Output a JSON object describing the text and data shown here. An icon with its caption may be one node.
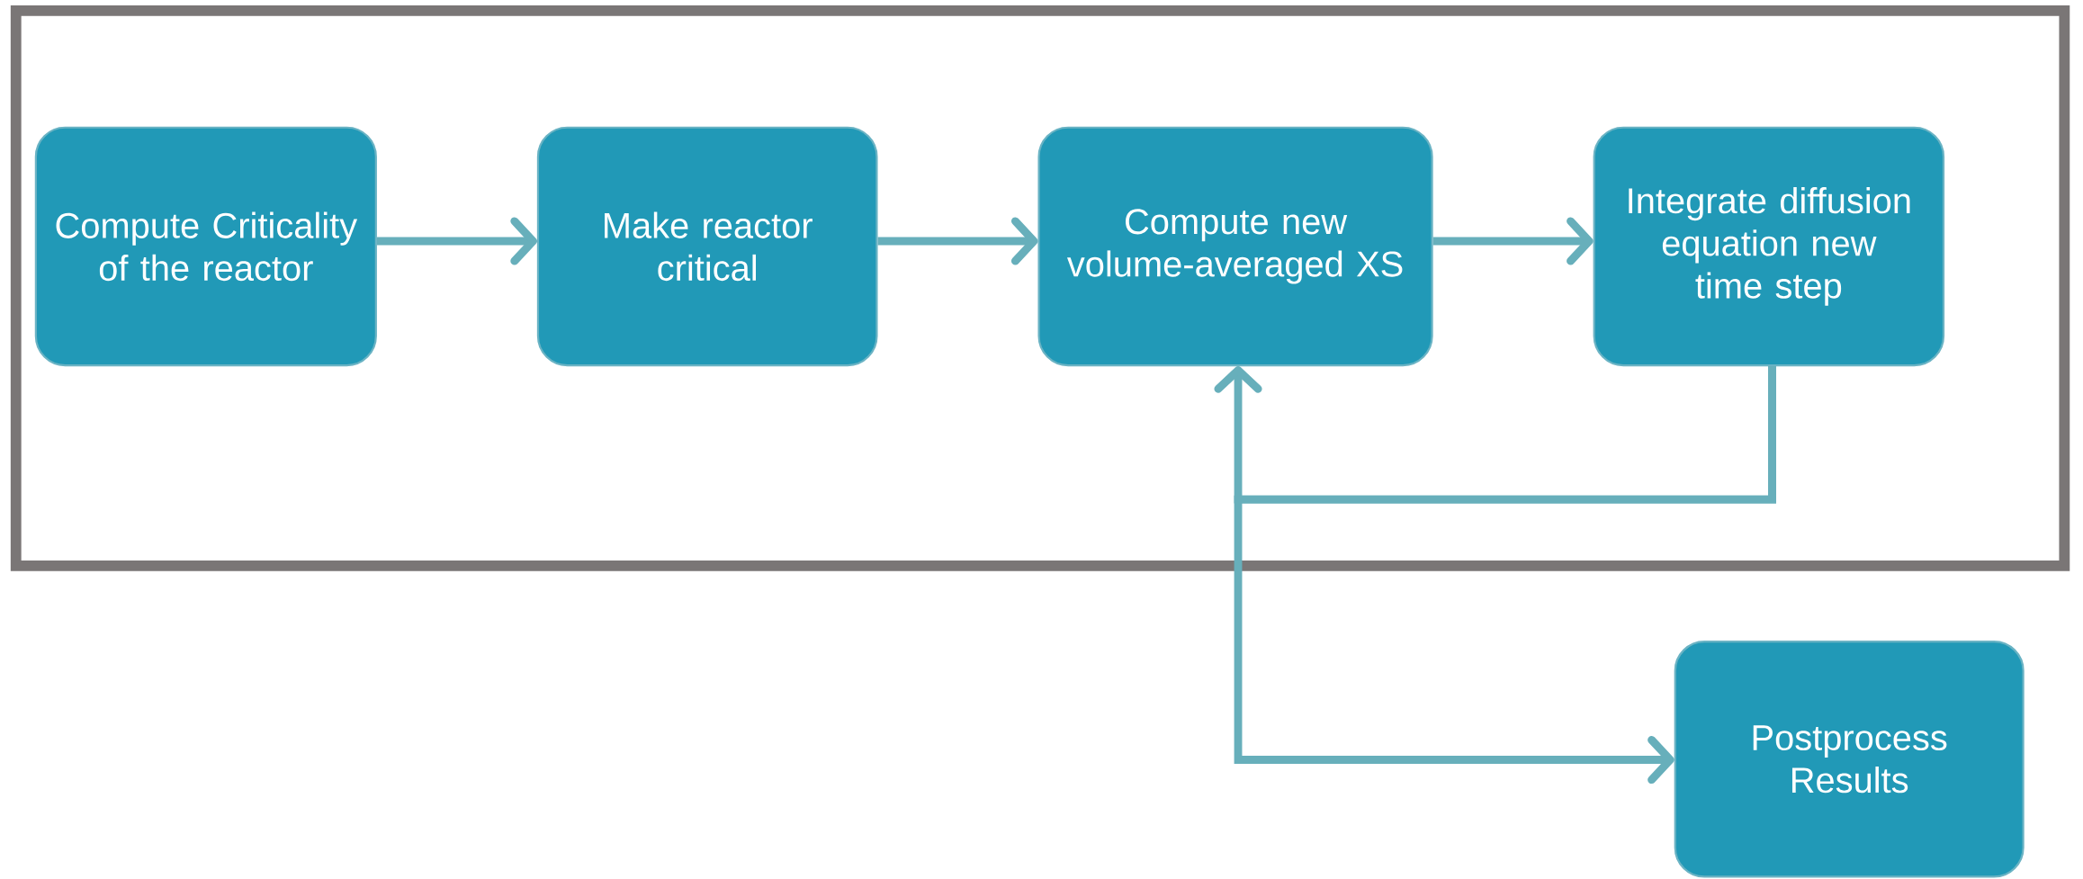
{
  "diagram": {
    "nodes": [
      {
        "text": [],
        "shape": "box"
      },
      {
        "text": [
          "Compute Criticality of the reactor"
        ],
        "in": 0
      },
      {
        "text": [
          "Make reactor critical"
        ],
        "in": 0
      },
      {
        "text": [
          "Compute new volume-averaged XS"
        ],
        "in": 0
      },
      {
        "text": [
          "Integrate diffusion equation new time step"
        ],
        "in": 0
      },
      {
        "text": [
          "Postprocess Results"
        ]
      }
    ],
    "edges": [
      {
        "from": 1,
        "to": 2,
        "arrow": "to"
      },
      {
        "from": 2,
        "to": 3,
        "arrow": "to"
      },
      {
        "from": 3,
        "to": 4,
        "arrow": "to"
      },
      {
        "from": 4,
        "to": 3,
        "arrow": "to"
      },
      {
        "from": 4,
        "to": 5,
        "arrow": "to"
      }
    ]
  }
}
